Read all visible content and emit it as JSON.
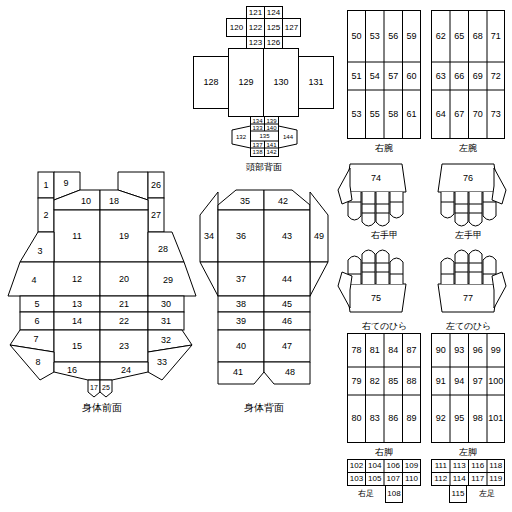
{
  "diagram": {
    "labels": [
      "1",
      "2",
      "3",
      "4",
      "5",
      "6",
      "7",
      "8",
      "9",
      "10",
      "11",
      "12",
      "13",
      "14",
      "15",
      "16",
      "17",
      "18",
      "19",
      "20",
      "21",
      "22",
      "23",
      "24",
      "25",
      "26",
      "27",
      "28",
      "29",
      "30",
      "31",
      "32",
      "33",
      "身体前面",
      "34",
      "35",
      "36",
      "37",
      "38",
      "39",
      "40",
      "41",
      "42",
      "43",
      "44",
      "45",
      "46",
      "47",
      "48",
      "49",
      "身体背面",
      "121",
      "124",
      "120",
      "122",
      "125",
      "127",
      "123",
      "126",
      "128",
      "129",
      "130",
      "131",
      "134",
      "139",
      "133",
      "140",
      "135",
      "137",
      "141",
      "138",
      "142",
      "132",
      "144",
      "頭部背面",
      "50",
      "51",
      "53",
      "53",
      "54",
      "55",
      "56",
      "57",
      "58",
      "59",
      "60",
      "61",
      "62",
      "63",
      "64",
      "65",
      "66",
      "67",
      "68",
      "69",
      "70",
      "71",
      "72",
      "73",
      "右腕",
      "左腕",
      "74",
      "右手甲",
      "76",
      "左手甲",
      "75",
      "右てのひら",
      "77",
      "左てのひら",
      "78",
      "79",
      "80",
      "81",
      "82",
      "83",
      "84",
      "85",
      "86",
      "87",
      "88",
      "89",
      "90",
      "91",
      "92",
      "93",
      "94",
      "95",
      "96",
      "97",
      "98",
      "99",
      "100",
      "101",
      "右脚",
      "左脚",
      "102",
      "103",
      "104",
      "105",
      "106",
      "107",
      "109",
      "110",
      "108",
      "右足",
      "111",
      "112",
      "113",
      "114",
      "116",
      "117",
      "118",
      "119",
      "115",
      "左足"
    ]
  }
}
